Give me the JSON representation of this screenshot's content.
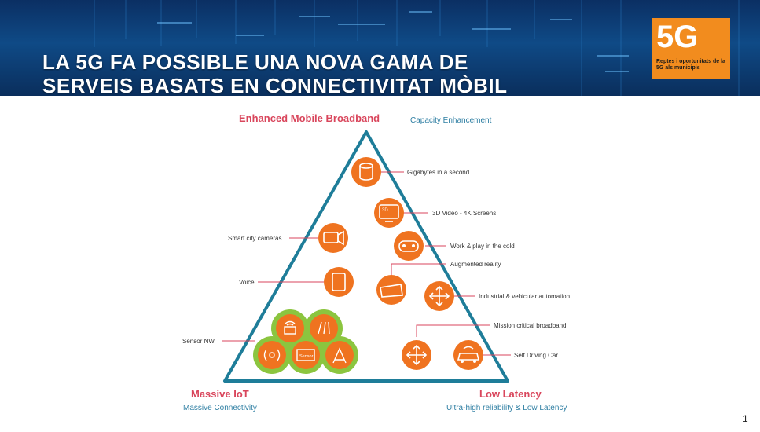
{
  "header": {
    "title_line1": "LA 5G FA POSSIBLE UNA NOVA GAMA DE",
    "title_line2": "SERVEIS BASATS EN CONNECTIVITAT MÒBIL"
  },
  "logo": {
    "big": "5G",
    "subtitle": "Reptes i oportunitats de la 5G als municipis"
  },
  "diagram": {
    "top": {
      "title": "Enhanced Mobile Broadband",
      "subtitle": "Capacity Enhancement"
    },
    "bottom_left": {
      "title": "Massive IoT",
      "subtitle": "Massive Connectivity"
    },
    "bottom_right": {
      "title": "Low Latency",
      "subtitle": "Ultra-high reliability & Low Latency"
    },
    "labels": {
      "gigabytes": "Gigabytes in a second",
      "video3d": "3D Video - 4K Screens",
      "work_play": "Work & play in the cold",
      "ar": "Augmented reality",
      "industrial": "Industrial & vehicular automation",
      "mission": "Mission critical broadband",
      "self_driving": "Self Driving Car",
      "smart_city": "Smart city cameras",
      "voice": "Voice",
      "sensor_nw": "Sensor NW"
    },
    "icon_texts": {
      "three_d": "3D",
      "sensor": "Sensor"
    },
    "colors": {
      "triangle": "#1e7d99",
      "icon": "#ef7320",
      "iot_green": "#8bc53f",
      "accent": "#d9465c"
    }
  },
  "page_number": "1"
}
